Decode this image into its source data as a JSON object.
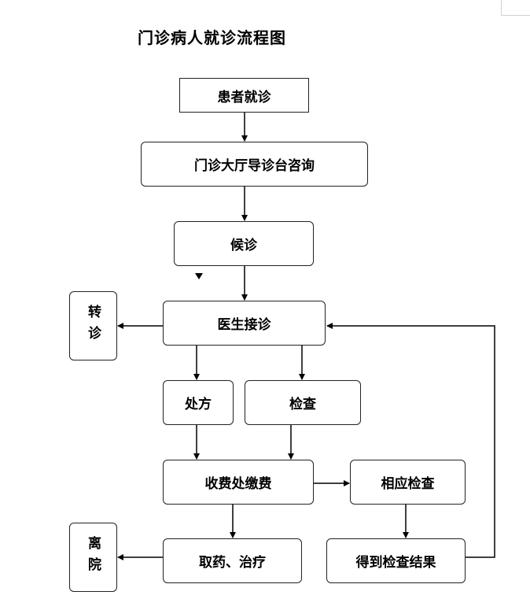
{
  "title": "门诊病人就诊流程图",
  "nodes": {
    "patient_visit": "患者就诊",
    "hall_consult": "门诊大厅导诊台咨询",
    "waiting": "候诊",
    "doctor": "医生接诊",
    "referral": "转诊",
    "prescription": "处方",
    "examination": "检查",
    "payment": "收费处缴费",
    "related_exam": "相应检查",
    "medicine_treatment": "取药、治疗",
    "get_results": "得到检查结果",
    "discharge": "离院"
  }
}
